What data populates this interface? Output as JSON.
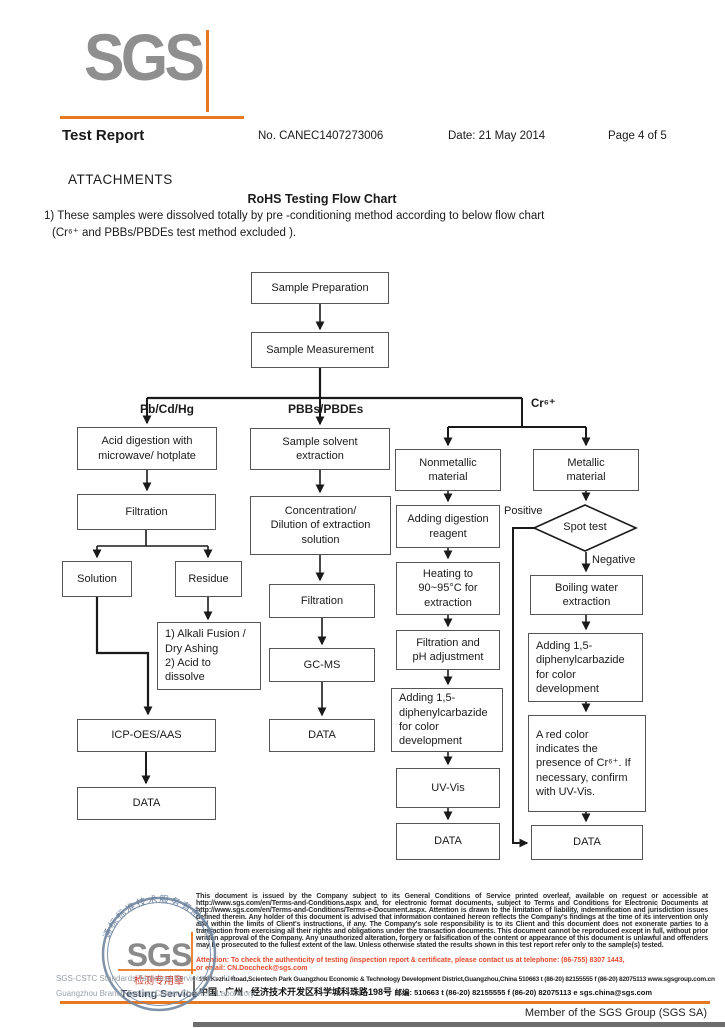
{
  "header": {
    "logo_text": "SGS",
    "report_title": "Test Report",
    "report_no": "No. CANEC1407273006",
    "date": "Date: 21 May 2014",
    "page": "Page 4 of 5"
  },
  "attachments": {
    "section_title": "ATTACHMENTS",
    "chart_title": "RoHS Testing Flow Chart",
    "note_line1": "1) These samples were dissolved totally by pre -conditioning method according to below flow chart",
    "note_line2": "(Cr⁶⁺ and PBBs/PBDEs test method excluded )."
  },
  "flowchart": {
    "branch_labels": {
      "left": "Pb/Cd/Hg",
      "middle": "PBBs/PBDEs",
      "right": "Cr⁶⁺"
    },
    "decision_labels": {
      "positive": "Positive",
      "negative": "Negative"
    },
    "nodes": {
      "sample_preparation": "Sample Preparation",
      "sample_measurement": "Sample Measurement",
      "acid_digestion": "Acid digestion with\nmicrowave/ hotplate",
      "solvent_extraction": "Sample solvent\nextraction",
      "nonmetallic": "Nonmetallic\nmaterial",
      "metallic": "Metallic\nmaterial",
      "filtration_1": "Filtration",
      "concentration": "Concentration/\nDilution of extraction\nsolution",
      "adding_reagent": "Adding digestion\nreagent",
      "spot_test": "Spot test",
      "solution": "Solution",
      "residue": "Residue",
      "heating": "Heating to\n90~95°C for\nextraction",
      "boiling": "Boiling water\nextraction",
      "filtration_2": "Filtration",
      "alkali": "1) Alkali Fusion /\n    Dry Ashing\n2) Acid to\n    dissolve",
      "gcms": "GC-MS",
      "filtration_ph": "Filtration and\npH adjustment",
      "carbazide_mid": "Adding 1,5-\ndiphenylcarbazide\nfor color\ndevelopment",
      "carbazide_right": "Adding 1,5-\ndiphenylcarbazide\nfor color\ndevelopment",
      "red_color": "A red color\nindicates the\npresence of Cr⁶⁺. If\nnecessary, confirm\nwith UV-Vis.",
      "icp": "ICP-OES/AAS",
      "data_acid": "DATA",
      "data_pbb": "DATA",
      "uvvis": "UV-Vis",
      "data_nonmetal": "DATA",
      "data_metal": "DATA"
    }
  },
  "footer": {
    "disclaimer": "This document is issued by the Company subject to its General Conditions of Service printed overleaf, available on request or accessible at http://www.sgs.com/en/Terms-and-Conditions.aspx and, for electronic format documents, subject to Terms and Conditions for Electronic Documents at http://www.sgs.com/en/Terms-and-Conditions/Terms-e-Document.aspx. Attention is drawn to the limitation of liability, indemnification and jurisdiction issues defined therein. Any holder of this document is advised that information contained hereon reflects the Company's findings at the time of its intervention only and within the limits of Client's instructions, if any. The Company's sole responsibility is to its Client and this document does not exonerate parties to a transaction from exercising all their rights and obligations under the transaction documents. This document cannot be reproduced except in full, without prior written approval of the Company. Any unauthorized alteration, forgery or falsification of the content or appearance of this document is unlawful and offenders may be prosecuted to the fullest extent of the law. Unless otherwise stated the results shown in this test report refer only to the sample(s) tested.",
    "attention": "Attention: To check the authenticity of testing /inspection report & certificate, please contact us at telephone: (86-755) 8307 1443,\nor email: CN.Doccheck@sgs.com",
    "address_en": "198 Kezhu Road,Scientech Park Guangzhou Economic & Technology Development District,Guangzhou,China  510663   t (86-20) 82155555   f (86-20) 82075113   www.sgsgroup.com.cn",
    "address_cn": "中国 · 广州 · 经济技术开发区科学城科珠路198号",
    "address_cn_contact": "邮编: 510663   t (86-20) 82155555   f (86-20) 82075113   e sgs.china@sgs.com",
    "member": "Member of the SGS Group (SGS SA)",
    "stamp": {
      "arc_text": "通标标准技术服务有限公司",
      "sgs": "SGS",
      "red_text": "检测专用章",
      "service_text": "Testing Service"
    },
    "company_line1": "SGS-CSTC Standards Technical Services Co., Ltd.",
    "company_line2": "Guangzhou Branch Testing Center Chemical Laboratory"
  },
  "colors": {
    "brand_orange": "#e87722",
    "logo_gray": "#8f8f8f",
    "attention_red": "#e2492b",
    "stamp_red": "#c9281c",
    "stamp_blue": "#73879e"
  }
}
